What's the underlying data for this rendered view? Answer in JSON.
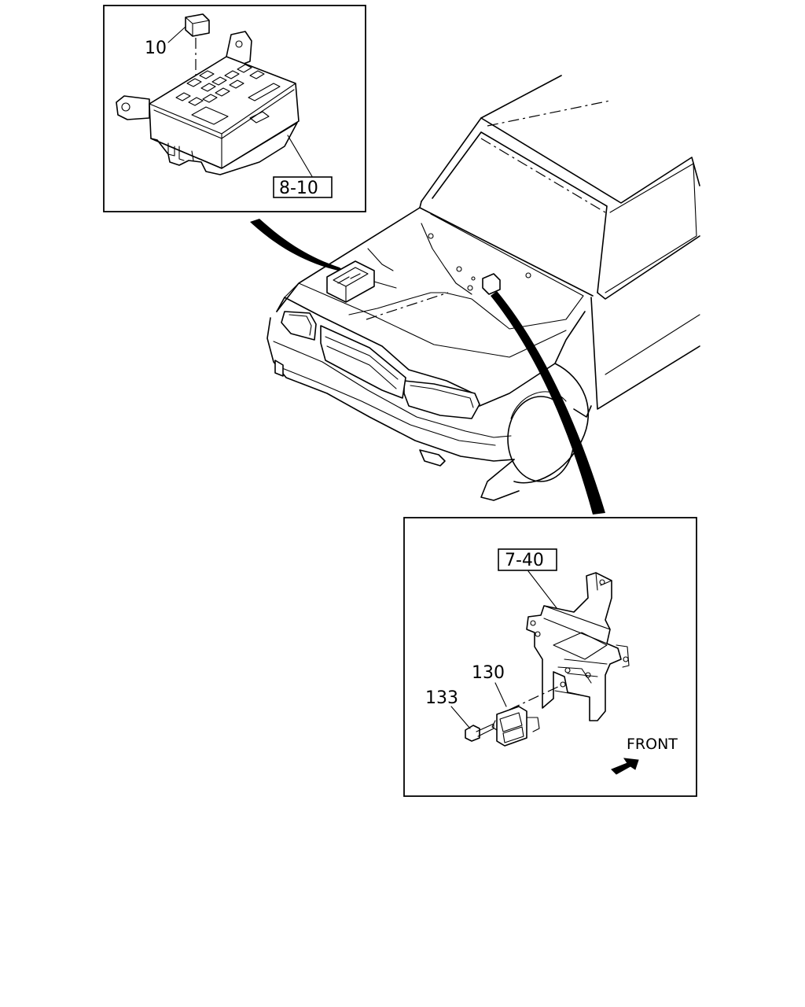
{
  "callouts": {
    "part_10": "10",
    "ref_8_10": "8-10",
    "ref_7_40": "7-40",
    "part_130": "130",
    "part_133": "133"
  },
  "direction_label": "FRONT",
  "colors": {
    "line": "#000000",
    "background": "#ffffff"
  }
}
